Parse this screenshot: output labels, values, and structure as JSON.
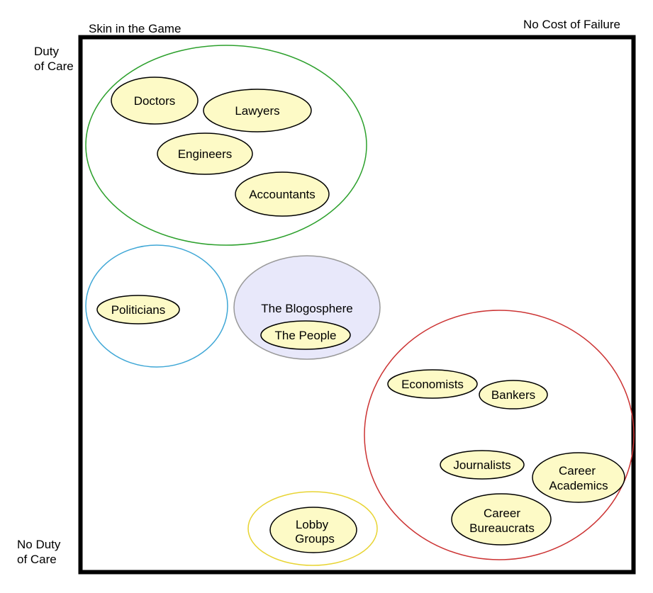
{
  "axes": {
    "top_left": "Skin in the Game",
    "top_right": "No Cost of Failure",
    "left_top_line1": "Duty",
    "left_top_line2": "of Care",
    "left_bottom_line1": "No Duty",
    "left_bottom_line2": "of Care"
  },
  "groups": {
    "professionals": {
      "color": "#2ca02c",
      "members": [
        "Doctors",
        "Lawyers",
        "Engineers",
        "Accountants"
      ]
    },
    "politics": {
      "color": "#3fa7d6",
      "members": [
        "Politicians"
      ]
    },
    "blogosphere": {
      "label": "The Blogosphere",
      "fill": "#e8e8fa",
      "stroke": "#999999",
      "members": [
        "The People"
      ]
    },
    "institutions": {
      "color": "#cc3333",
      "members": [
        "Economists",
        "Bankers",
        "Journalists"
      ],
      "multiline": {
        "career_academics": [
          "Career",
          "Academics"
        ],
        "career_bureaucrats": [
          "Career",
          "Bureaucrats"
        ]
      }
    },
    "lobby": {
      "color": "#e8d433",
      "lines": [
        "Lobby",
        "Groups"
      ]
    }
  },
  "member_fill": "#fdfac6"
}
